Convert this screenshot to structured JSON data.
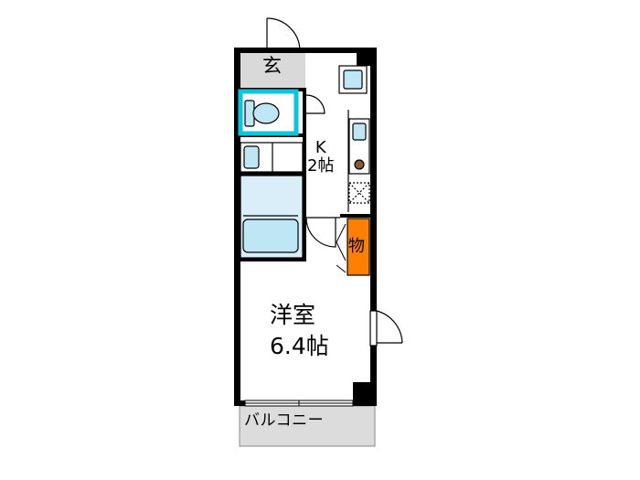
{
  "plan": {
    "entrance_label": "玄",
    "kitchen_label": "K",
    "kitchen_size": "2帖",
    "storage_label": "物",
    "room_label": "洋室",
    "room_size": "6.4帖",
    "balcony_label": "バルコニー"
  },
  "colors": {
    "wall": "#000000",
    "entrance_floor": "#d9d9d9",
    "balcony_floor": "#dcdcdc",
    "toilet_accent": "#00c8e0",
    "fixture_fill": "#bfe6f4",
    "storage_fill": "#ff7f00"
  }
}
